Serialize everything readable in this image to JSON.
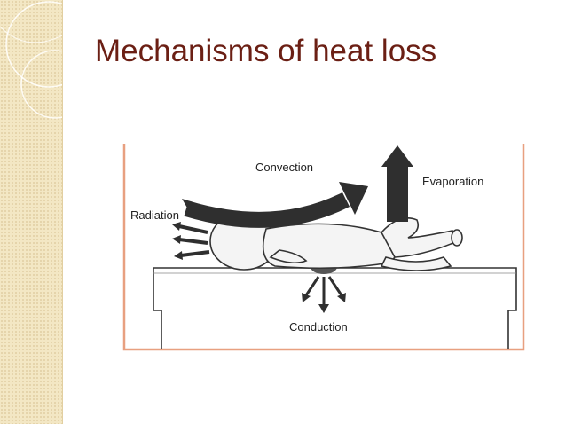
{
  "slide": {
    "title": "Mechanisms of heat loss"
  },
  "diagram": {
    "labels": {
      "convection": "Convection",
      "evaporation": "Evaporation",
      "radiation": "Radiation",
      "conduction": "Conduction"
    },
    "colors": {
      "frame": "#e8a080",
      "title": "#6b1f14",
      "arrow_dark": "#2f2f2f",
      "band": "#f3e7c4"
    }
  }
}
